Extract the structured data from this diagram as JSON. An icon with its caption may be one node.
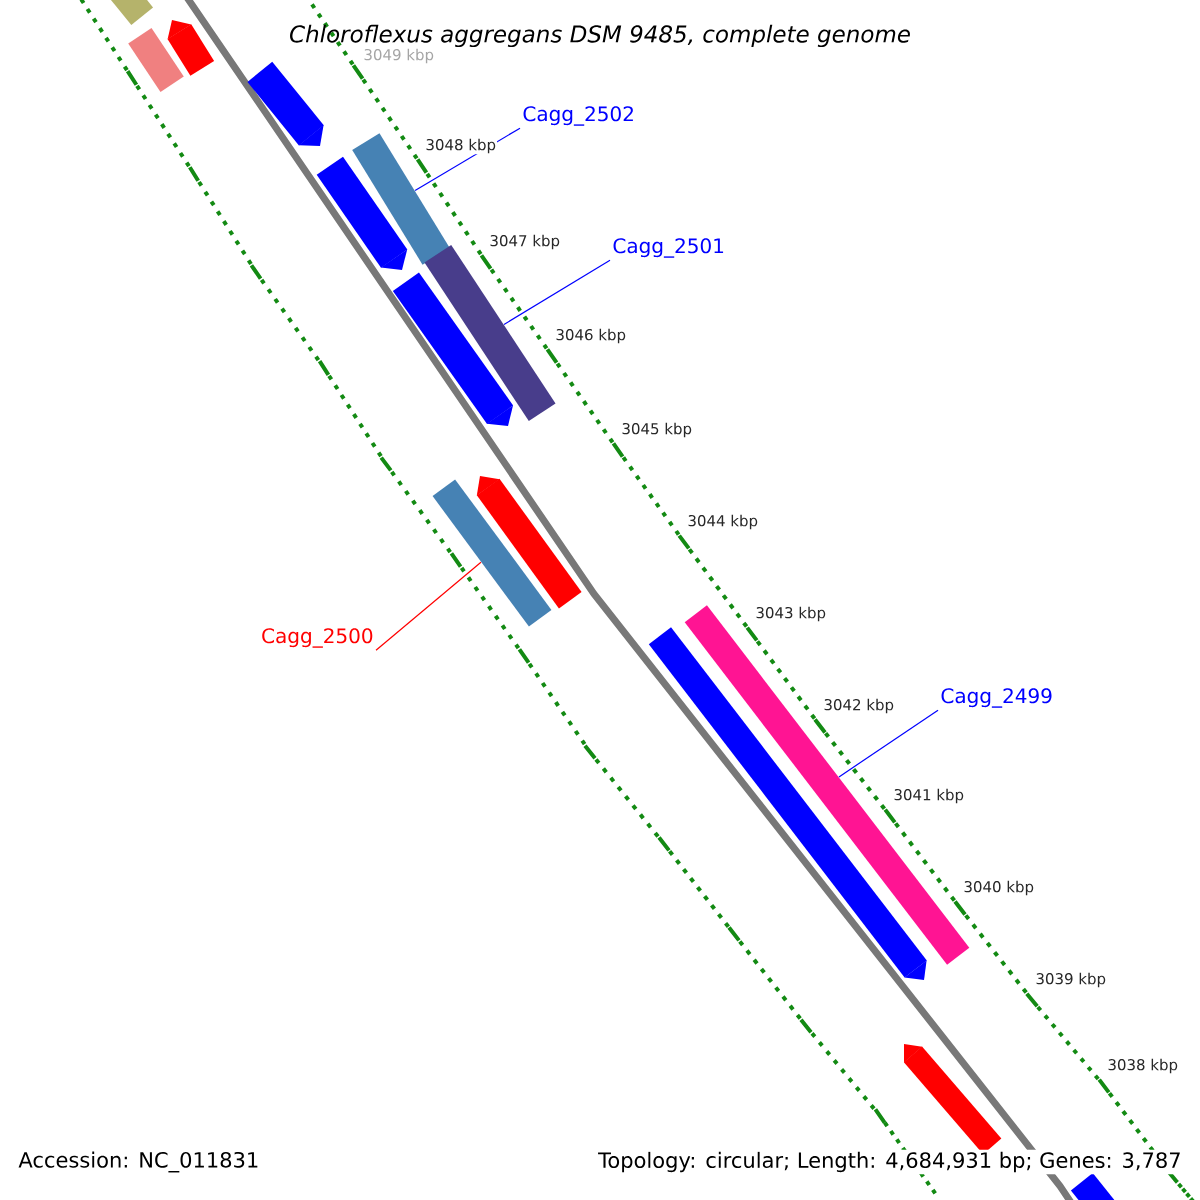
{
  "diagram": {
    "title": "Chloroflexus aggregans DSM 9485, complete genome",
    "nodes": [
      {
        "text": [
          "Cagg_2502"
        ]
      },
      {
        "text": [],
        "shape": "bar"
      },
      {
        "text": [
          "Cagg_2501"
        ]
      },
      {
        "text": [],
        "shape": "bar"
      },
      {
        "text": [
          "Cagg_2500"
        ]
      },
      {
        "text": [],
        "shape": "bar"
      },
      {
        "text": [
          "Cagg_2499"
        ]
      },
      {
        "text": [],
        "shape": "bar"
      },
      {
        "text": [],
        "shape": "bar"
      },
      {
        "text": [],
        "shape": "bar"
      },
      {
        "text": [],
        "shape": "bar"
      },
      {
        "text": [],
        "shape": "bar"
      },
      {
        "text": [],
        "shape": "bar"
      },
      {
        "text": [],
        "shape": "bar"
      },
      {
        "text": [],
        "shape": "bar"
      },
      {
        "text": [],
        "shape": "bar"
      },
      {
        "text": [],
        "shape": "bar"
      },
      {
        "text": [],
        "shape": "bar"
      }
    ],
    "edges": [
      {
        "from": 0,
        "to": 1,
        "arrow": "none"
      },
      {
        "from": 2,
        "to": 3,
        "arrow": "none"
      },
      {
        "from": 4,
        "to": 5,
        "arrow": "none",
        "color": "#ff0000"
      },
      {
        "from": 6,
        "to": 7,
        "arrow": "none"
      }
    ],
    "labels": [
      "3049 kbp",
      "3048 kbp",
      "3047 kbp",
      "3046 kbp",
      "3045 kbp",
      "3044 kbp",
      "3043 kbp",
      "3042 kbp",
      "3041 kbp",
      "3040 kbp",
      "3039 kbp",
      "3038 kbp",
      "Accession: NC_011831",
      "Topology: circular; Length: 4,684,931 bp; Genes: 3,787"
    ]
  }
}
